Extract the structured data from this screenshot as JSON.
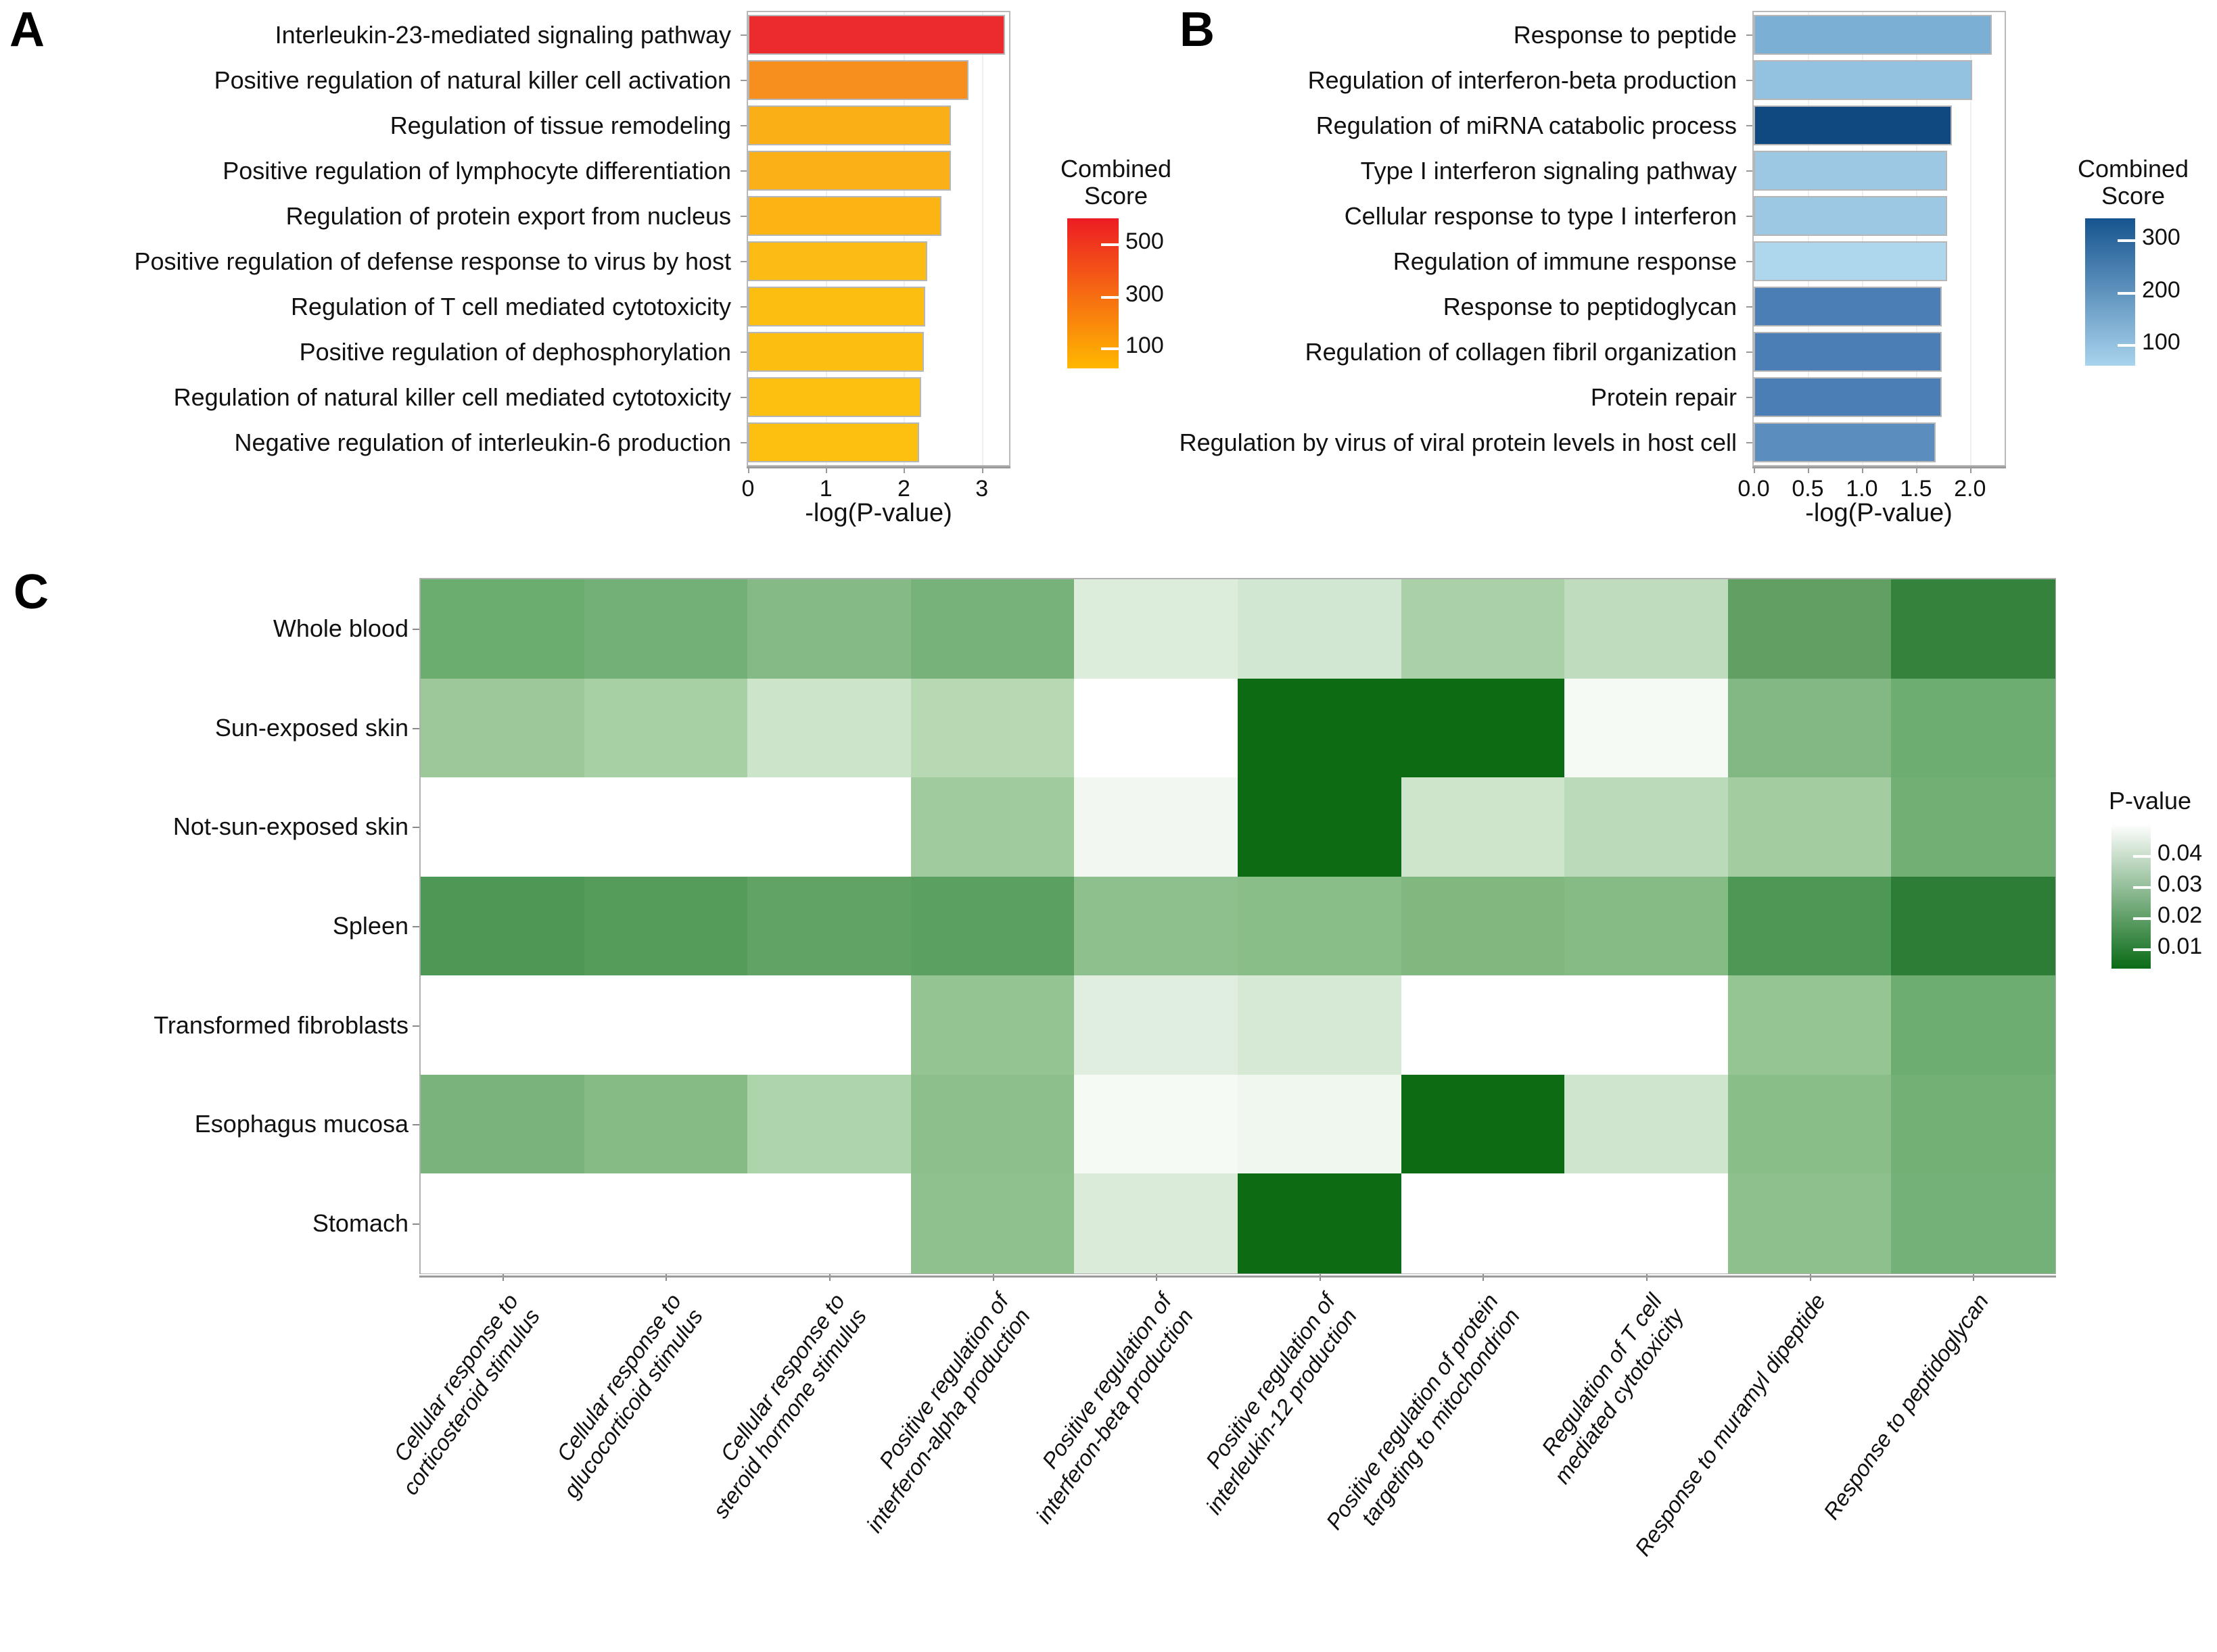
{
  "panels": {
    "a": {
      "letter": "A",
      "axis_title": "-log(P-value)",
      "xticks": [
        "0",
        "1",
        "2",
        "3"
      ],
      "legend": {
        "title_line1": "Combined",
        "title_line2": "Score",
        "ticks": [
          "500",
          "300",
          "100"
        ]
      }
    },
    "b": {
      "letter": "B",
      "axis_title": "-log(P-value)",
      "xticks": [
        "0.0",
        "0.5",
        "1.0",
        "1.5",
        "2.0"
      ],
      "legend": {
        "title_line1": "Combined",
        "title_line2": "Score",
        "ticks": [
          "300",
          "200",
          "100"
        ]
      }
    },
    "c": {
      "letter": "C",
      "legend": {
        "title": "P-value",
        "ticks": [
          "0.04",
          "0.03",
          "0.02",
          "0.01"
        ]
      }
    }
  },
  "chart_data": [
    {
      "panel": "A",
      "type": "bar",
      "orientation": "horizontal",
      "title": "",
      "xlabel": "-log(P-value)",
      "ylabel": "",
      "xlim": [
        0,
        3.35
      ],
      "xticks": [
        0,
        1,
        2,
        3
      ],
      "grid": true,
      "colorbar": {
        "label": "Combined Score",
        "ticks": [
          500,
          300,
          100
        ],
        "low_color": "#FFB400",
        "high_color": "#E8252B"
      },
      "categories": [
        "Interleukin-23-mediated signaling pathway",
        "Positive regulation of natural killer cell activation",
        "Regulation of tissue remodeling",
        "Positive regulation of lymphocyte differentiation",
        "Regulation of protein export from nucleus",
        "Positive regulation of defense response to virus by host",
        "Regulation of T cell mediated cytotoxicity",
        "Positive regulation of dephosphorylation",
        "Regulation of natural killer cell mediated cytotoxicity",
        "Negative regulation of interleukin-6 production"
      ],
      "values": [
        3.3,
        2.83,
        2.6,
        2.6,
        2.48,
        2.3,
        2.27,
        2.26,
        2.22,
        2.2
      ],
      "colors": [
        "#EC2B2F",
        "#F78F1E",
        "#FAAF17",
        "#FBB018",
        "#FCB415",
        "#FDBC13",
        "#FDBE12",
        "#FDBE12",
        "#FDC011",
        "#FDC011"
      ]
    },
    {
      "panel": "B",
      "type": "bar",
      "orientation": "horizontal",
      "title": "",
      "xlabel": "-log(P-value)",
      "ylabel": "",
      "xlim": [
        0,
        2.32
      ],
      "xticks": [
        0.0,
        0.5,
        1.0,
        1.5,
        2.0
      ],
      "grid": true,
      "colorbar": {
        "label": "Combined Score",
        "ticks": [
          300,
          200,
          100
        ],
        "low_color": "#A8D0EA",
        "high_color": "#154D86"
      },
      "categories": [
        "Response to peptide",
        "Regulation of interferon-beta production",
        "Regulation of miRNA catabolic process",
        "Type I interferon signaling pathway",
        "Cellular response to type I interferon",
        "Regulation of immune response",
        "Response to peptidoglycan",
        "Regulation of collagen fibril organization",
        "Protein repair",
        "Regulation by virus of viral protein levels in host cell"
      ],
      "values": [
        2.2,
        2.02,
        1.83,
        1.79,
        1.79,
        1.79,
        1.74,
        1.74,
        1.74,
        1.68
      ],
      "colors": [
        "#7BAFD4",
        "#93C2E0",
        "#10497F",
        "#9CC8E4",
        "#9CC8E4",
        "#AED6EC",
        "#4A7EB5",
        "#4A7EB5",
        "#4A7EB5",
        "#5C8DBF"
      ]
    },
    {
      "panel": "C",
      "type": "heatmap",
      "title": "",
      "xlabel": "",
      "ylabel": "",
      "colorbar": {
        "label": "P-value",
        "ticks": [
          0.04,
          0.03,
          0.02,
          0.01
        ],
        "low_pvalue_color": "#0A6B16",
        "high_pvalue_color": "#FFFFFF",
        "vmin": 0.005,
        "vmax": 0.05
      },
      "rows": [
        "Whole blood",
        "Sun-exposed skin",
        "Not-sun-exposed skin",
        "Spleen",
        "Transformed fibroblasts",
        "Esophagus mucosa",
        "Stomach"
      ],
      "columns": [
        "Cellular response to corticosteroid stimulus",
        "Cellular response to glucocorticoid stimulus",
        "Cellular response to steroid hormone stimulus",
        "Positive regulation of interferon-alpha production",
        "Positive regulation of interferon-beta production",
        "Positive regulation of interleukin-12 production",
        "Positive regulation of protein targeting to mitochondrion",
        "Regulation of T cell mediated cytotoxicity",
        "Response to muramyl dipeptide",
        "Response to peptidoglycan"
      ],
      "column_label_lines": [
        [
          "Cellular response to",
          "corticosteroid stimulus"
        ],
        [
          "Cellular response to",
          "glucocorticoid stimulus"
        ],
        [
          "Cellular response to",
          "steroid hormone stimulus"
        ],
        [
          "Positive regulation of",
          "interferon-alpha production"
        ],
        [
          "Positive regulation of",
          "interferon-beta production"
        ],
        [
          "Positive regulation of",
          "interleukin-12 production"
        ],
        [
          "Positive regulation of protein",
          "targeting to mitochondrion"
        ],
        [
          "Regulation of T cell",
          "mediated cytotoxicity"
        ],
        [
          "Response to muramyl dipeptide"
        ],
        [
          "Response to peptidoglycan"
        ]
      ],
      "values": [
        [
          0.022,
          0.023,
          0.026,
          0.024,
          0.043,
          0.04,
          0.031,
          0.036,
          0.019,
          0.013
        ],
        [
          0.031,
          0.034,
          0.042,
          0.037,
          null,
          0.008,
          0.008,
          0.048,
          0.026,
          0.021
        ],
        [
          null,
          null,
          null,
          0.032,
          0.046,
          0.008,
          0.042,
          0.039,
          0.033,
          0.022
        ],
        [
          0.016,
          0.017,
          0.02,
          0.019,
          0.028,
          0.027,
          0.025,
          0.026,
          0.016,
          0.011
        ],
        [
          null,
          null,
          null,
          0.03,
          0.044,
          0.041,
          null,
          null,
          0.024,
          0.017
        ],
        [
          0.024,
          0.027,
          0.034,
          0.028,
          0.048,
          0.046,
          0.008,
          0.04,
          0.025,
          0.019
        ],
        [
          null,
          null,
          null,
          0.029,
          0.044,
          0.008,
          null,
          null,
          0.025,
          0.018
        ]
      ],
      "cell_colors": [
        [
          "#6BAC6F",
          "#73B077",
          "#85BA86",
          "#77B27A",
          "#DDEDDC",
          "#D2E7D1",
          "#A9D0A7",
          "#C0DCBE",
          "#619F63",
          "#34823B"
        ],
        [
          "#9CC89A",
          "#A8D0A5",
          "#CBE4CA",
          "#B6D8B3",
          "#FFFFFF",
          "#0D6B13",
          "#0D6B13",
          "#F6FAF5",
          "#81B883",
          "#6DAD71"
        ],
        [
          "#FFFFFF",
          "#FFFFFF",
          "#FFFFFF",
          "#A0CB9E",
          "#F2F8F1",
          "#0D6B13",
          "#CEE5CC",
          "#BBDAB9",
          "#A3CDA1",
          "#71AF75"
        ],
        [
          "#4E9855",
          "#559C5B",
          "#60A364",
          "#5CA061",
          "#8DC08C",
          "#8ABE89",
          "#80B880",
          "#85BB85",
          "#4E9855",
          "#2E7D36"
        ],
        [
          "#FFFFFF",
          "#FFFFFF",
          "#FFFFFF",
          "#94C492",
          "#DFEEDE",
          "#D6E9D4",
          "#FFFFFF",
          "#FFFFFF",
          "#96C594",
          "#6DAD71"
        ],
        [
          "#7AB47C",
          "#86BB86",
          "#AED4AC",
          "#8CBF8B",
          "#F6FAF5",
          "#EFF7EE",
          "#0D6B13",
          "#CFE5CD",
          "#8ABE89",
          "#72B076"
        ],
        [
          "#FFFFFF",
          "#FFFFFF",
          "#FFFFFF",
          "#8FC18E",
          "#DAEBD9",
          "#0D6B13",
          "#FFFFFF",
          "#FFFFFF",
          "#8DC08C",
          "#74B178"
        ]
      ]
    }
  ]
}
